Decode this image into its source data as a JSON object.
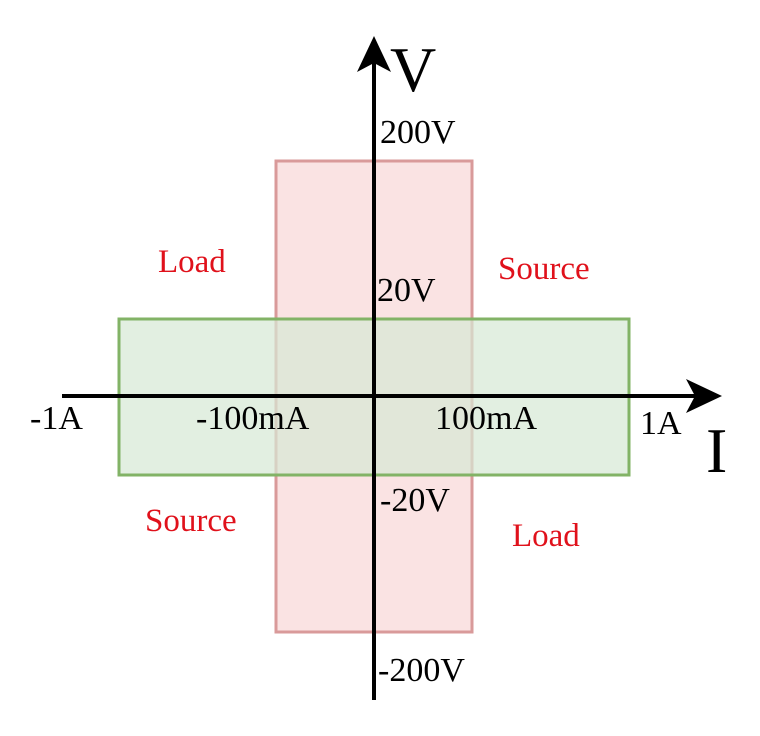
{
  "axes": {
    "x_name": "I",
    "y_name": "V"
  },
  "ticks": {
    "x_neg_1a": "-1A",
    "x_neg_100ma": "-100mA",
    "x_pos_100ma": "100mA",
    "x_pos_1a": "1A",
    "y_pos_200v": "200V",
    "y_pos_20v": "20V",
    "y_neg_20v": "-20V",
    "y_neg_200v": "-200V"
  },
  "quadrants": {
    "top_left": "Load",
    "top_right": "Source",
    "bottom_left": "Source",
    "bottom_right": "Load"
  },
  "regions": {
    "high_voltage": {
      "current_range": [
        "-100mA",
        "100mA"
      ],
      "voltage_range": [
        "-200V",
        "200V"
      ]
    },
    "high_current": {
      "current_range": [
        "-1A",
        "1A"
      ],
      "voltage_range": [
        "-20V",
        "20V"
      ]
    }
  },
  "colors": {
    "high_voltage_fill": "#f8d7d7",
    "high_voltage_stroke": "#d99a9a",
    "high_current_fill": "#d5e8d4",
    "high_current_stroke": "#82b366",
    "quadrant_label": "#e0111b",
    "axis": "#000000"
  }
}
